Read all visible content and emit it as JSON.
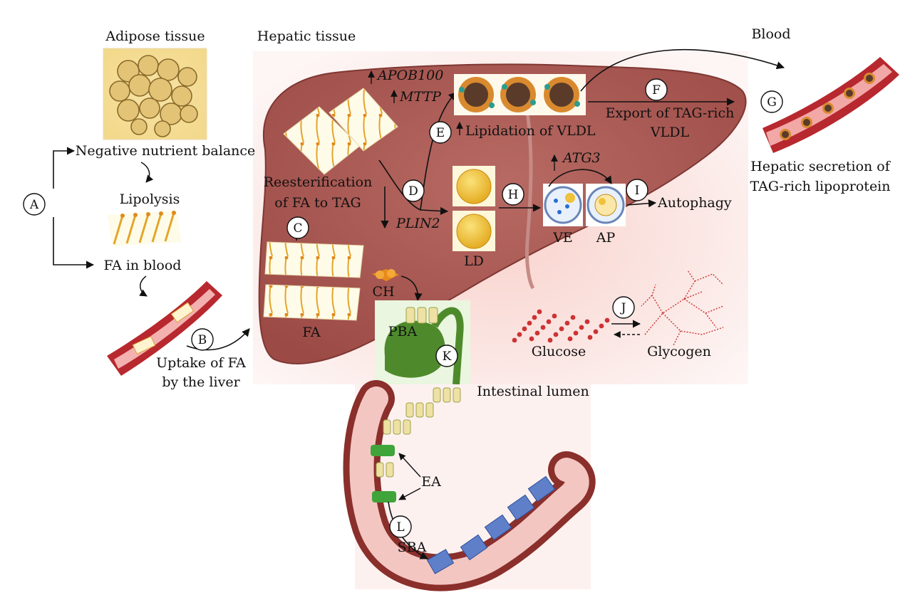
{
  "labels": {
    "adipose_tissue": "Adipose tissue",
    "hepatic_tissue": "Hepatic tissue",
    "blood": "Blood",
    "negative_nutrient_balance": "Negative nutrient balance",
    "lipolysis": "Lipolysis",
    "fa_in_blood": "FA in blood",
    "uptake_line1": "Uptake of FA",
    "uptake_line2": "by the liver",
    "reesterification_line1": "Reesterification",
    "reesterification_line2": "of FA to TAG",
    "fa": "FA",
    "ch": "CH",
    "pba": "PBA",
    "apob100": "APOB100",
    "mttp": "MTTP",
    "lipidation": "Lipidation of VLDL",
    "export_line1": "Export of TAG-rich",
    "export_line2": "VLDL",
    "plin2": "PLIN2",
    "ld": "LD",
    "atg3": "ATG3",
    "ve": "VE",
    "ap": "AP",
    "autophagy": "Autophagy",
    "glucose": "Glucose",
    "glycogen": "Glycogen",
    "hepatic_secretion_line1": "Hepatic secretion of",
    "hepatic_secretion_line2": "TAG-rich lipoprotein",
    "intestinal_lumen": "Intestinal lumen",
    "ea": "EA",
    "sba": "SBA"
  },
  "steps": {
    "a": "A",
    "b": "B",
    "c": "C",
    "d": "D",
    "e": "E",
    "f": "F",
    "g": "G",
    "h": "H",
    "i": "I",
    "j": "J",
    "k": "K",
    "l": "L"
  },
  "colors": {
    "liver": "#a8554f",
    "liver_glow": "#f6c9c4",
    "blood_vessel": "#b8282f",
    "lipid_droplet": "#f0c23a",
    "glycogen": "#cc3333",
    "gallbladder": "#4e8a2b",
    "bile_acid_blue": "#5f7fc9"
  },
  "icons": [
    "adipose-cells",
    "fatty-acid-sheets",
    "vldl-particle",
    "lipid-droplet",
    "vesicle",
    "autophagosome",
    "blood-vessel",
    "gallbladder",
    "intestine"
  ]
}
